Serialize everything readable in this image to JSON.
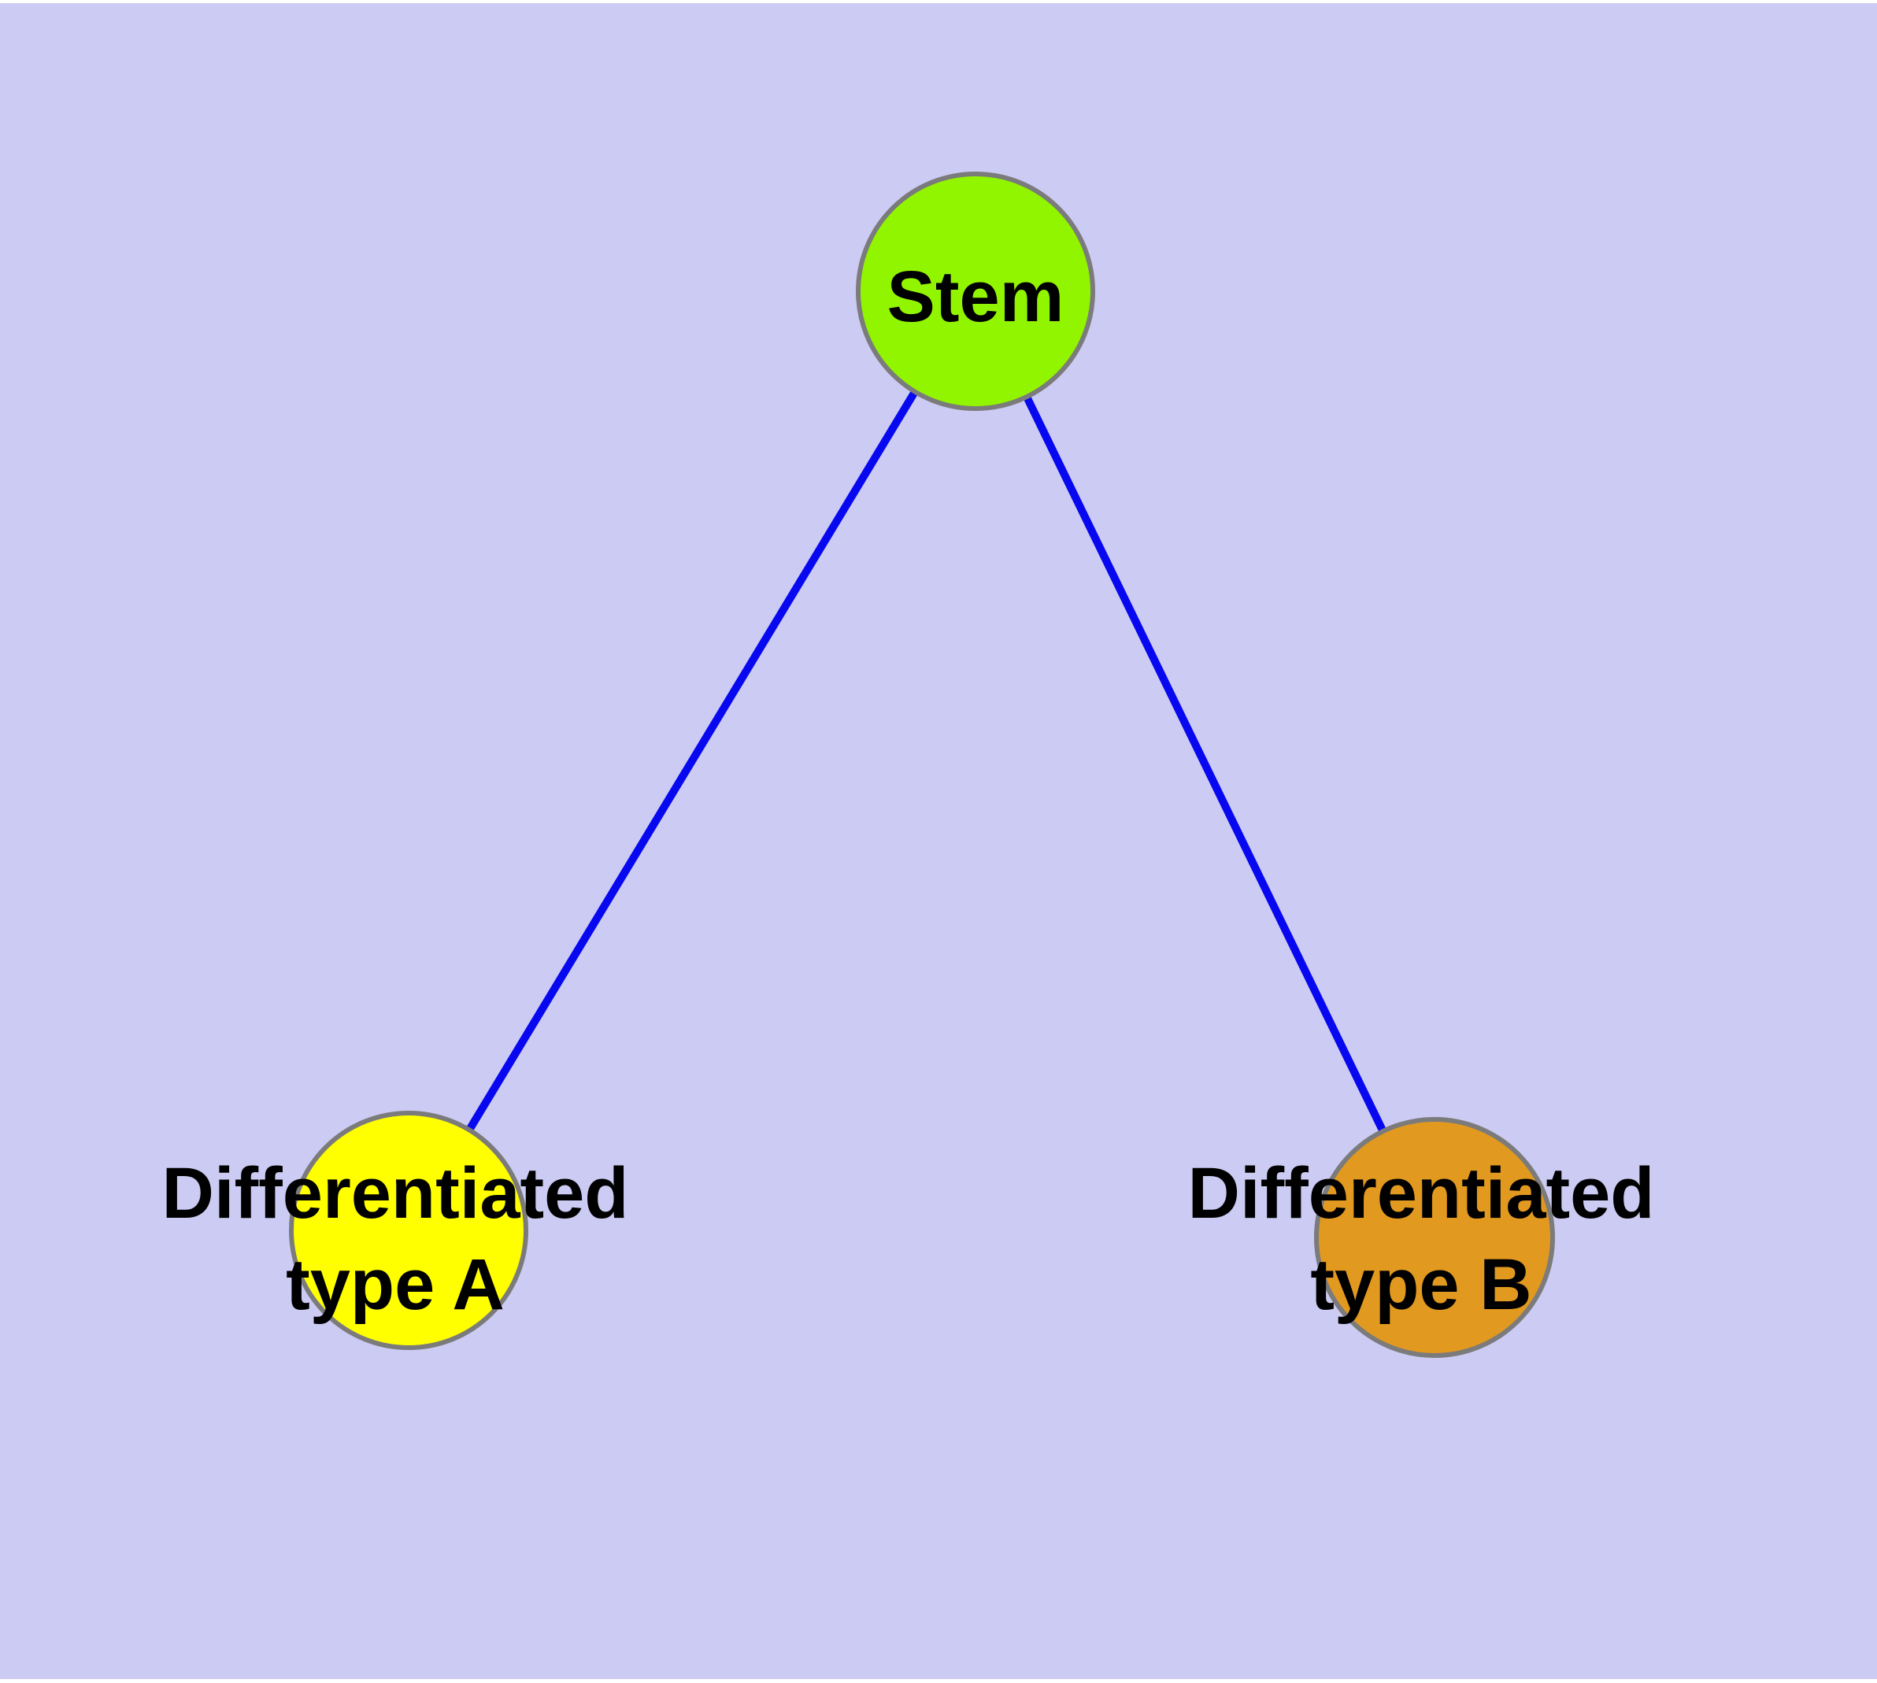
{
  "diagram": {
    "type": "node-link-graph",
    "background_color": "#CBCBF3",
    "margin_color": "#FFFFFF",
    "edge_color": "#0707F0",
    "node_border_color": "#7B7B7B",
    "label_color": "#000000",
    "nodes": [
      {
        "id": "stem",
        "label": "Stem",
        "color": "#92F500"
      },
      {
        "id": "differentiated-type-a",
        "label": "Differentiated type A",
        "label_line1": "Differentiated",
        "label_line2": "type A",
        "color": "#FFFF00"
      },
      {
        "id": "differentiated-type-b",
        "label": "Differentiated type B",
        "label_line1": "Differentiated",
        "label_line2": "type B",
        "color": "#E2991F"
      }
    ],
    "edges": [
      {
        "from": "Stem",
        "to": "Differentiated type A"
      },
      {
        "from": "Stem",
        "to": "Differentiated type B"
      }
    ]
  }
}
